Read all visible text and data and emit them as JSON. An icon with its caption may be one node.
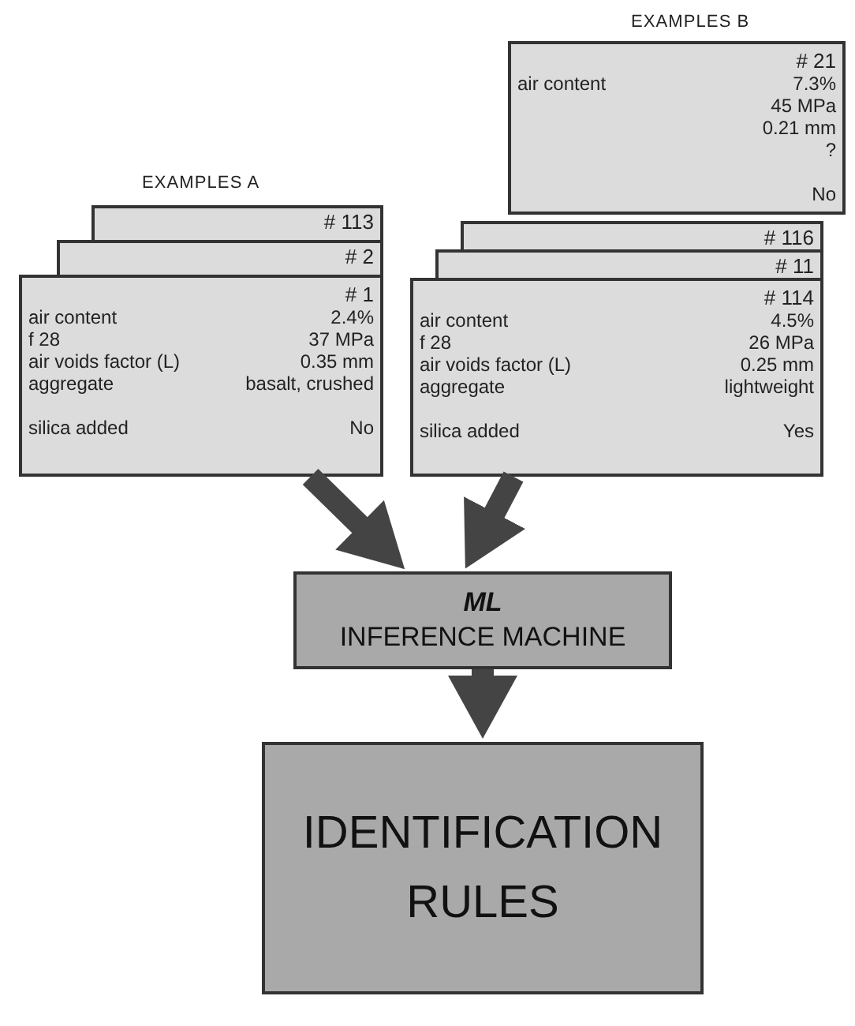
{
  "diagram": {
    "nodes": [
      {
        "text": [
          "# 113"
        ]
      },
      {
        "text": [
          "# 2"
        ]
      },
      {
        "text": [
          "# 1",
          "air content",
          "2.4%",
          "f 28",
          "37 MPa",
          "air voids factor (L)",
          "0.35 mm",
          "aggregate",
          "basalt, crushed",
          "silica added",
          "No"
        ]
      },
      {
        "text": [
          "# 21",
          "air content",
          "7.3%",
          "45 MPa",
          "0.21 mm",
          "?",
          "No"
        ]
      },
      {
        "text": [
          "# 116"
        ]
      },
      {
        "text": [
          "# 11"
        ]
      },
      {
        "text": [
          "# 114",
          "air content",
          "4.5%",
          "f 28",
          "26 MPa",
          "air voids factor (L)",
          "0.25 mm",
          "aggregate",
          "lightweight",
          "silica added",
          "Yes"
        ]
      },
      {
        "text": [
          "ML",
          "INFERENCE MACHINE"
        ]
      },
      {
        "text": [
          "IDENTIFICATION RULES"
        ]
      }
    ],
    "edges": [
      {
        "from": 2,
        "to": 7,
        "arrow": "to"
      },
      {
        "from": 6,
        "to": 7,
        "arrow": "to"
      },
      {
        "from": 7,
        "to": 8,
        "arrow": "to"
      }
    ],
    "labels": [
      "EXAMPLES A",
      "EXAMPLES B"
    ]
  }
}
